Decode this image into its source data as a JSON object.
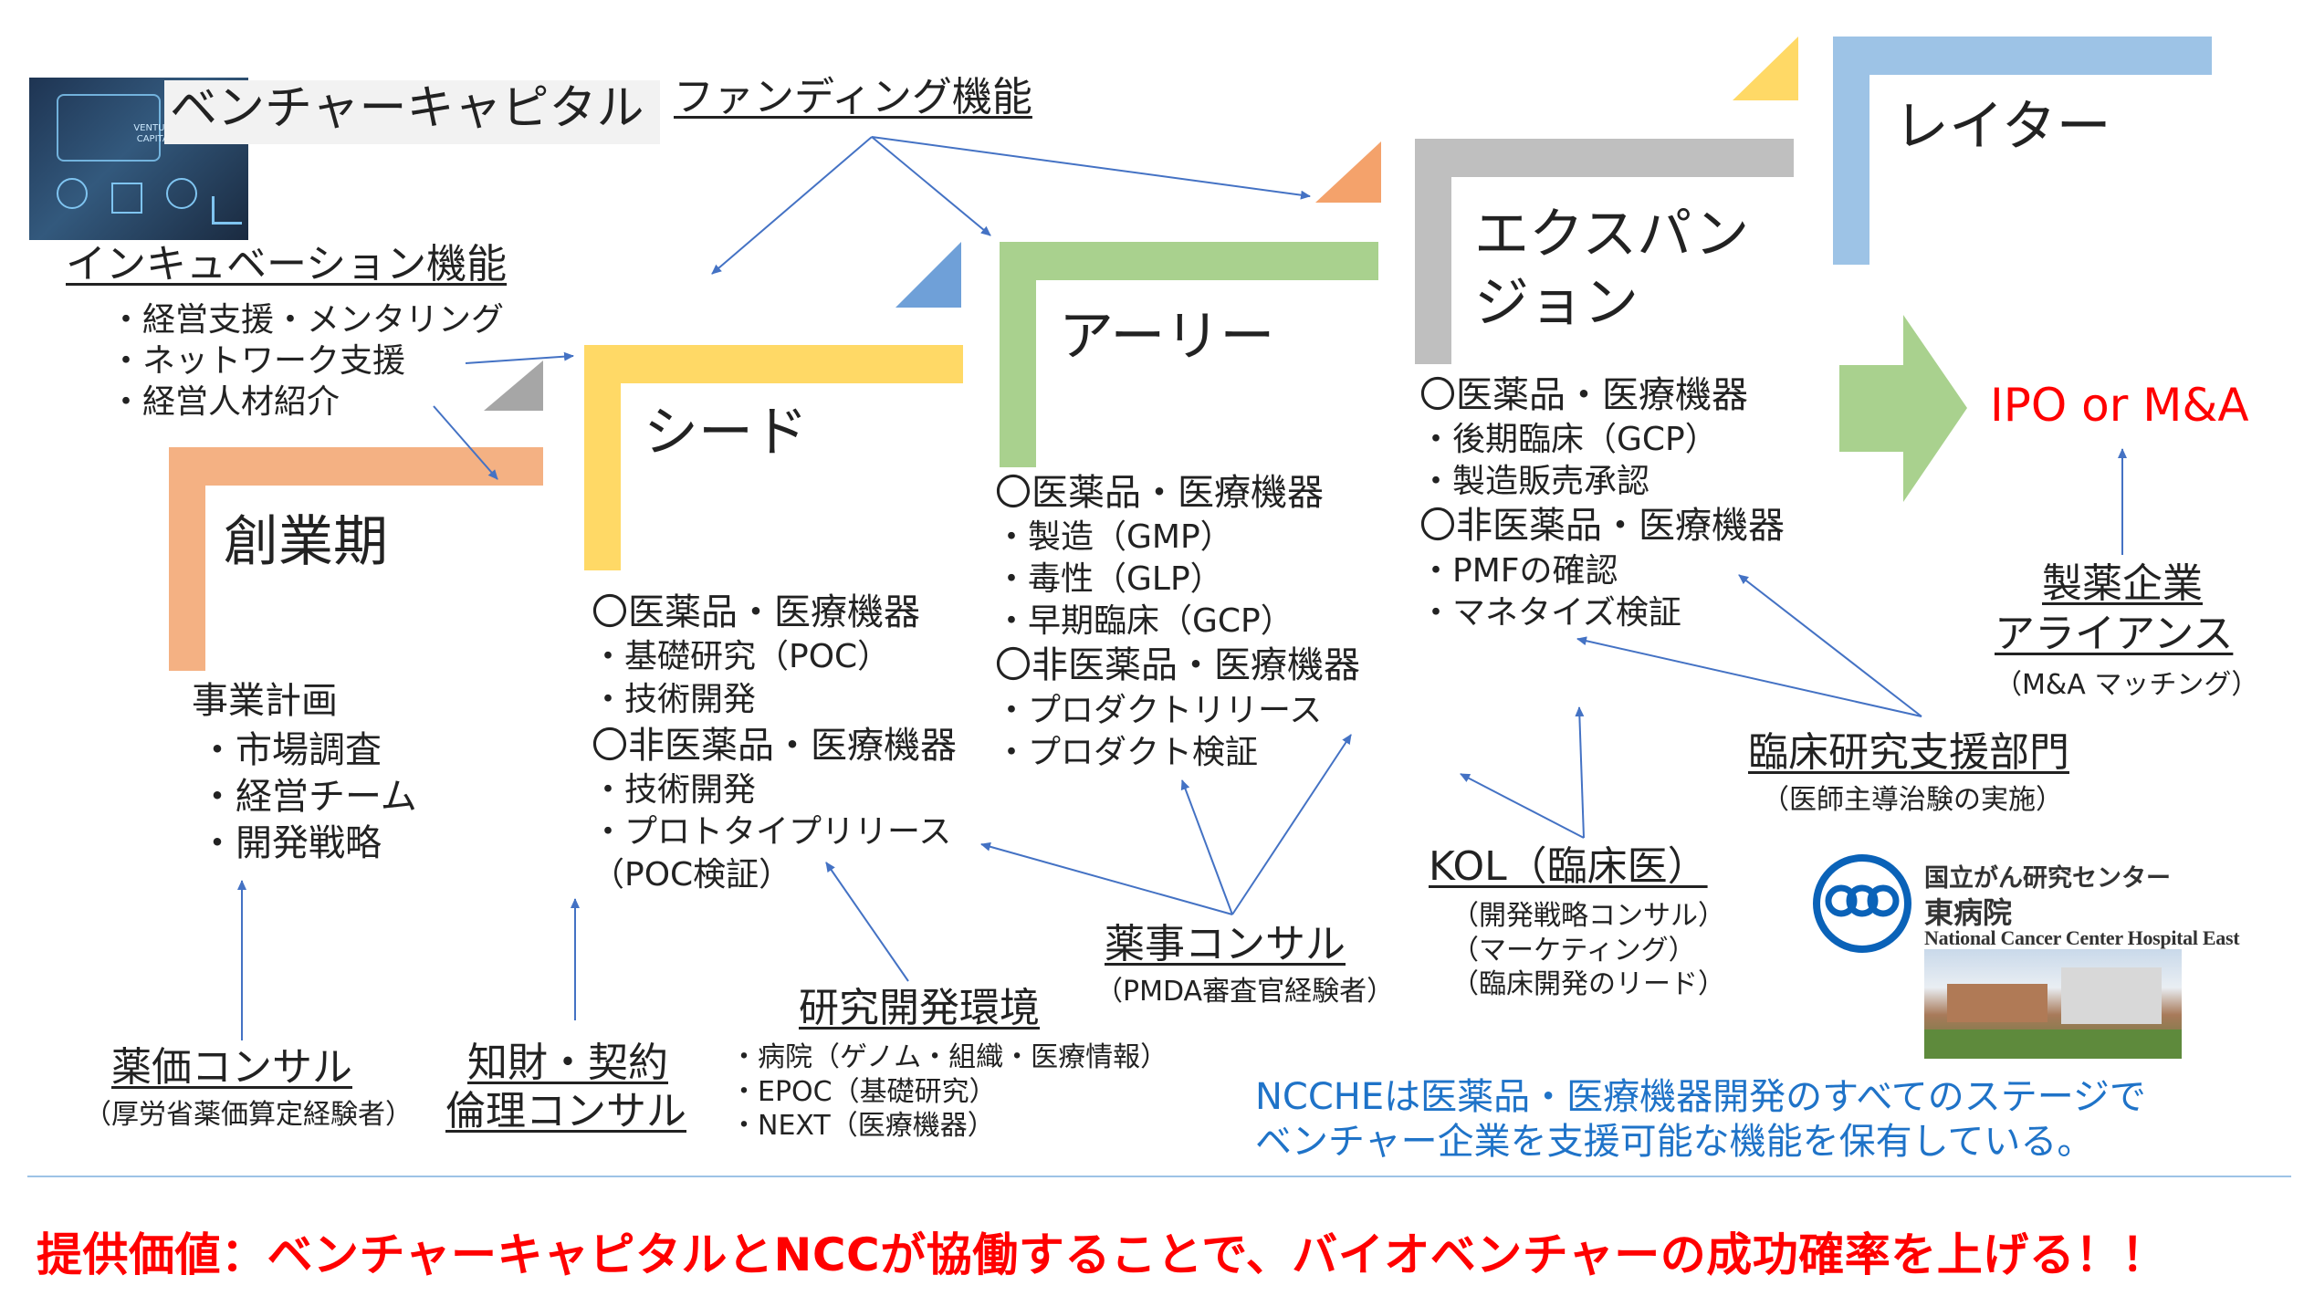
{
  "colors": {
    "salmon": "#F4B183",
    "yellow": "#FFD966",
    "green": "#A9D18E",
    "gray": "#BFBFBF",
    "blue": "#9DC3E6",
    "arrow": "#4472C4",
    "red": "#FF0000",
    "ncche_blue": "#1F73C8"
  },
  "vc": {
    "title": "ベンチャーキャピタル",
    "photo_text": "VENTURE CAPITAL"
  },
  "funding": {
    "title": "ファンディング機能"
  },
  "incubation": {
    "title": "インキュベーション機能",
    "items": [
      "・経営支援・メンタリング",
      "・ネットワーク支援",
      "・経営人材紹介"
    ]
  },
  "stages": {
    "sogyo": {
      "title": "創業期",
      "heading": "事業計画",
      "items": [
        "・市場調査",
        "・経営チーム",
        "・開発戦略"
      ]
    },
    "seed": {
      "title": "シード",
      "lines": [
        "〇医薬品・医療機器",
        "・基礎研究（POC）",
        "・技術開発",
        "〇非医薬品・医療機器",
        "・技術開発",
        "・プロトタイプリリース",
        "（POC検証）"
      ]
    },
    "early": {
      "title": "アーリー",
      "lines": [
        "〇医薬品・医療機器",
        "・製造（GMP）",
        "・毒性（GLP）",
        "・早期臨床（GCP）",
        "〇非医薬品・医療機器",
        "・プロダクトリリース",
        "・プロダクト検証"
      ]
    },
    "expansion": {
      "title_1": "エクスパン",
      "title_2": "ジョン",
      "lines": [
        "〇医薬品・医療機器",
        "・後期臨床（GCP）",
        "・製造販売承認",
        "〇非医薬品・医療機器",
        "・PMFの確認",
        "・マネタイズ検証"
      ]
    },
    "later": {
      "title": "レイター"
    }
  },
  "exit": {
    "label": "IPO or M&A"
  },
  "alliance": {
    "title_1": "製薬企業",
    "title_2": "アライアンス",
    "note": "（M&A マッチング）"
  },
  "clinical_support": {
    "title": "臨床研究支援部門",
    "note": "（医師主導治験の実施）"
  },
  "kol": {
    "title": "KOL（臨床医）",
    "notes": [
      "（開発戦略コンサル）",
      "（マーケティング）",
      "（臨床開発のリード）"
    ]
  },
  "regulatory": {
    "title": "薬事コンサル",
    "note": "（PMDA審査官経験者）"
  },
  "rd_env": {
    "title": "研究開発環境",
    "items": [
      "・病院（ゲノム・組織・医療情報）",
      "・EPOC（基礎研究）",
      "・NEXT（医療機器）"
    ]
  },
  "ip": {
    "title_1": "知財・契約",
    "title_2": "倫理コンサル"
  },
  "pricing": {
    "title": "薬価コンサル",
    "note": "（厚労省薬価算定経験者）"
  },
  "ncc_logo": {
    "jp_name": "国立がん研究センター",
    "hospital": "東病院",
    "en_name": "National Cancer Center Hospital East"
  },
  "ncche_note": {
    "line1": "NCCHEは医薬品・医療機器開発のすべてのステージで",
    "line2": "ベンチャー企業を支援可能な機能を保有している。"
  },
  "footer": {
    "value_prop": "提供価値：ベンチャーキャピタルとNCCが協働することで、バイオベンチャーの成功確率を上げる！！"
  }
}
